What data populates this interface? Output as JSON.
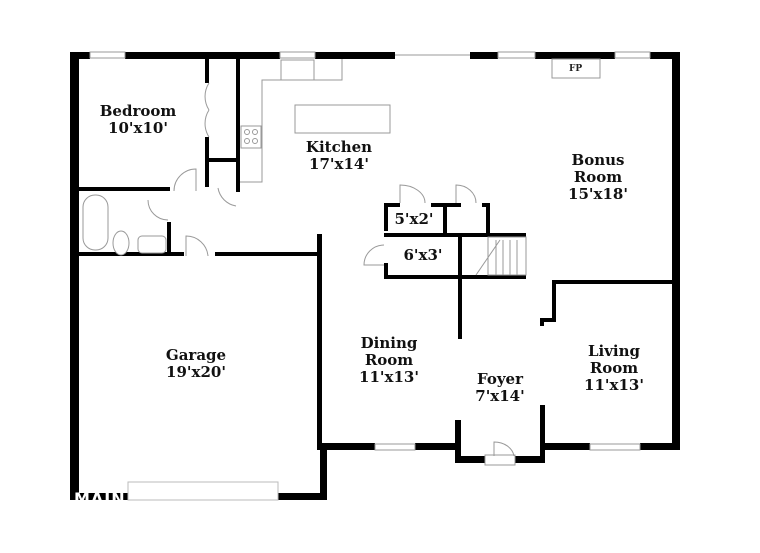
{
  "rooms": {
    "bedroom": {
      "name": "Bedroom",
      "size": "10'x10'"
    },
    "kitchen": {
      "name": "Kitchen",
      "size": "17'x14'"
    },
    "bonus": {
      "name": "Bonus",
      "name2": "Room",
      "size": "15'x18'"
    },
    "closet1": {
      "size": "5'x2'"
    },
    "closet2": {
      "size": "6'x3'"
    },
    "garage": {
      "name": "Garage",
      "size": "19'x20'"
    },
    "dining": {
      "name": "Dining",
      "name2": "Room",
      "size": "11'x13'"
    },
    "foyer": {
      "name": "Foyer",
      "size": "7'x14'"
    },
    "living": {
      "name": "Living",
      "name2": "Room",
      "size": "11'x13'"
    }
  },
  "fireplace_label": "FP",
  "watermark": "MAIN"
}
